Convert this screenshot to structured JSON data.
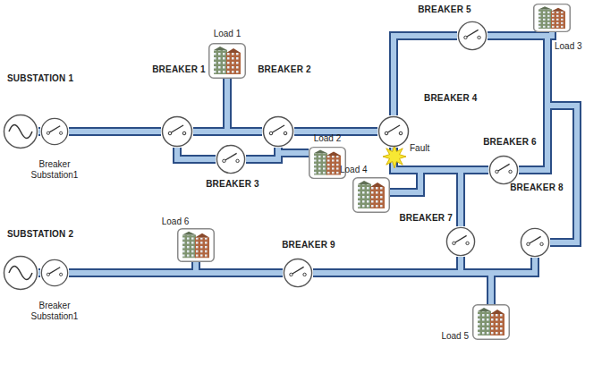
{
  "diagram": {
    "nodes": [
      {
        "text": [
          "SUBSTATION 1"
        ]
      },
      {
        "text": [
          "Breaker Substation1"
        ]
      },
      {
        "text": [
          "BREAKER 1"
        ]
      },
      {
        "text": [
          "Load 1"
        ]
      },
      {
        "text": [
          "BREAKER 2"
        ]
      },
      {
        "text": [
          "BREAKER 3"
        ]
      },
      {
        "text": [
          "Load 2"
        ]
      },
      {
        "text": [
          "BREAKER 4"
        ]
      },
      {
        "text": [
          "BREAKER 5"
        ]
      },
      {
        "text": [
          "Load 3"
        ]
      },
      {
        "text": [
          "BREAKER 6"
        ]
      },
      {
        "text": [
          "Load 4"
        ]
      },
      {
        "text": [
          "BREAKER 7"
        ]
      },
      {
        "text": [
          "BREAKER 8"
        ]
      },
      {
        "text": [
          "Load 5"
        ]
      },
      {
        "text": [
          "SUBSTATION 2"
        ]
      },
      {
        "text": [
          "Breaker Substation1"
        ]
      },
      {
        "text": [
          "Load 6"
        ]
      },
      {
        "text": [
          "BREAKER 9"
        ]
      }
    ],
    "edges": [
      {
        "from": 0,
        "to": 1,
        "arrow": "none"
      },
      {
        "from": 1,
        "to": 2,
        "arrow": "none"
      },
      {
        "from": 2,
        "to": 4,
        "arrow": "none"
      },
      {
        "from": 2,
        "to": 3,
        "arrow": "none"
      },
      {
        "from": 2,
        "to": 5,
        "arrow": "none"
      },
      {
        "from": 5,
        "to": 4,
        "arrow": "none"
      },
      {
        "from": 5,
        "to": 6,
        "arrow": "none"
      },
      {
        "from": 4,
        "to": 7,
        "arrow": "none"
      },
      {
        "from": 7,
        "to": 8,
        "arrow": "none"
      },
      {
        "from": 8,
        "to": 9,
        "arrow": "none"
      },
      {
        "from": 8,
        "to": 10,
        "arrow": "none"
      },
      {
        "from": 8,
        "to": 13,
        "arrow": "none"
      },
      {
        "from": 7,
        "to": 10,
        "arrow": "none"
      },
      {
        "from": 7,
        "to": 11,
        "arrow": "none"
      },
      {
        "from": 7,
        "to": 12,
        "arrow": "none"
      },
      {
        "from": 12,
        "to": 14,
        "arrow": "none"
      },
      {
        "from": 13,
        "to": 14,
        "arrow": "none"
      },
      {
        "from": 12,
        "to": 18,
        "arrow": "none"
      },
      {
        "from": 18,
        "to": 17,
        "arrow": "none"
      },
      {
        "from": 16,
        "to": 18,
        "arrow": "none"
      },
      {
        "from": 16,
        "to": 17,
        "arrow": "none"
      },
      {
        "from": 15,
        "to": 16,
        "arrow": "none"
      }
    ],
    "labels": [
      "Fault"
    ]
  }
}
